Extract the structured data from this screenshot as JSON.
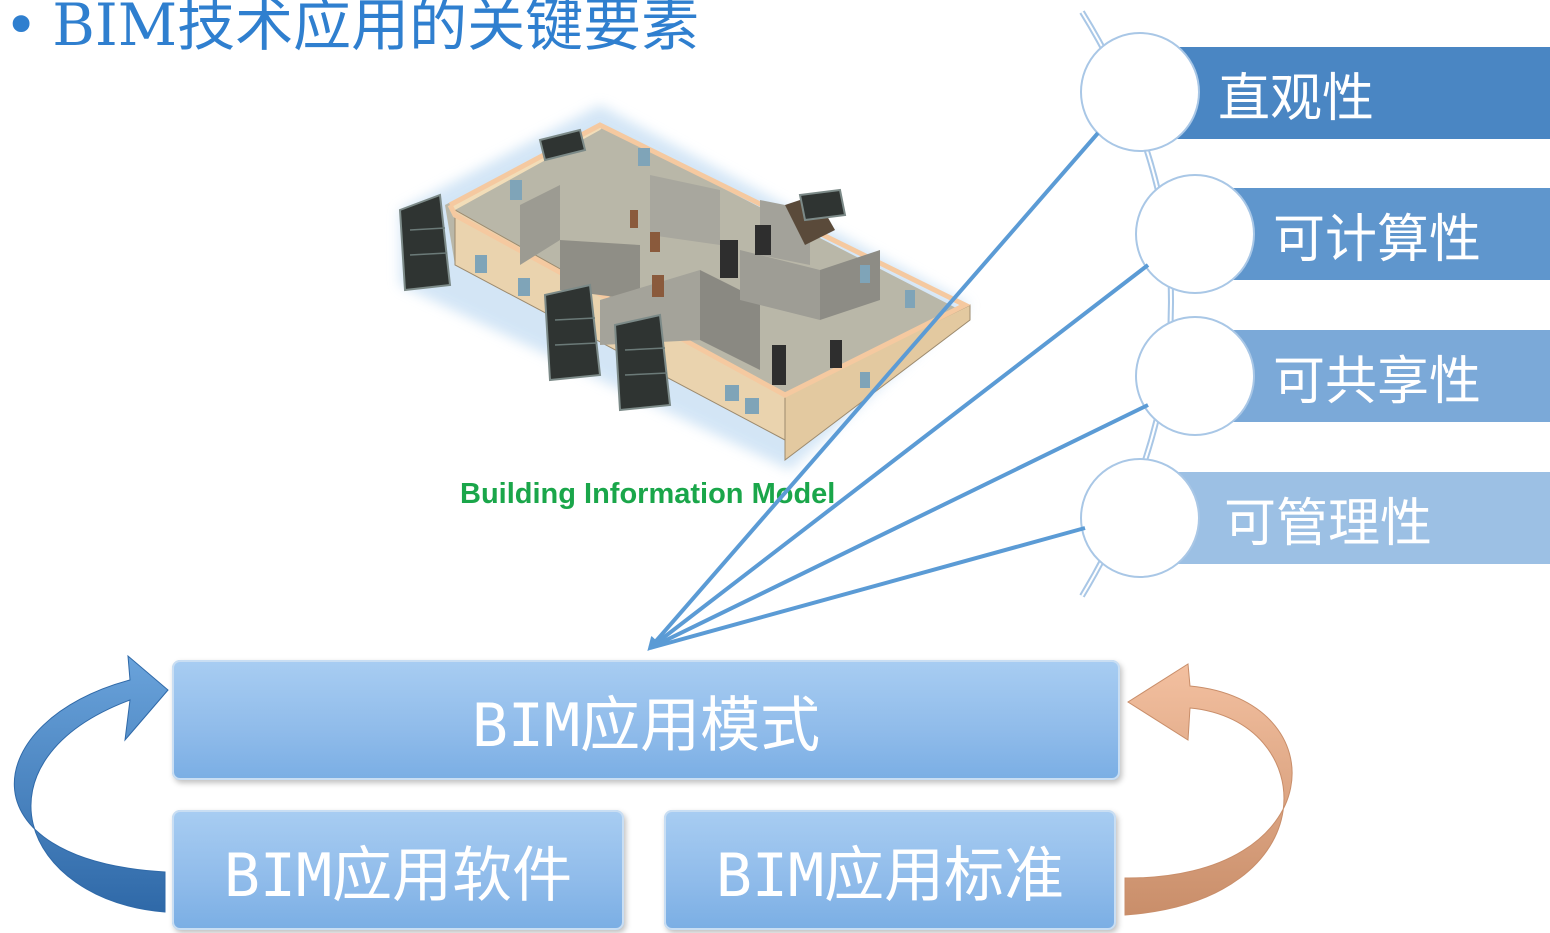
{
  "title": "BIM技术应用的关键要素",
  "bullet": "•",
  "model_caption": "Building Information Model",
  "attributes": [
    {
      "label": "直观性",
      "color": "#4a86c3"
    },
    {
      "label": "可计算性",
      "color": "#5f96cd"
    },
    {
      "label": "可共享性",
      "color": "#7ba9d8"
    },
    {
      "label": "可管理性",
      "color": "#9cc0e4"
    }
  ],
  "boxes": {
    "mode": "BIM应用模式",
    "software": "BIM应用软件",
    "standard": "BIM应用标准"
  },
  "colors": {
    "title": "#2f7fcf",
    "arrow_line": "#5b9bd5",
    "left_arrow": "#3f7fc0",
    "right_arrow": "#e8a882"
  }
}
